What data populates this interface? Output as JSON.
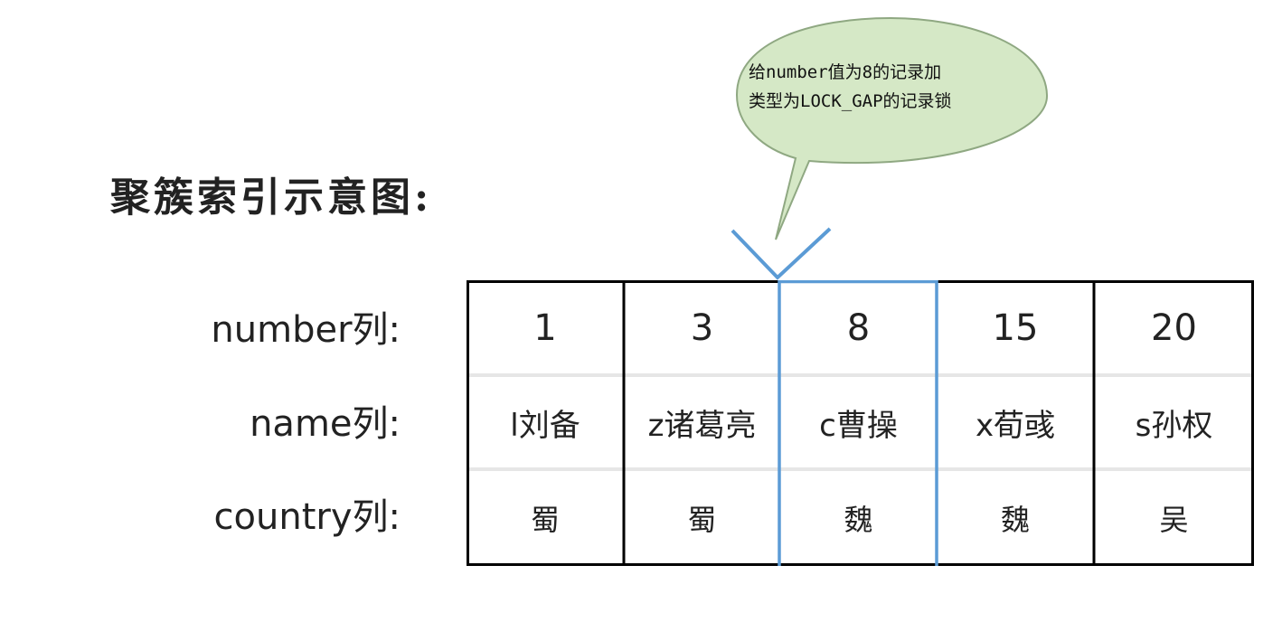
{
  "title": "聚簇索引示意图:",
  "row_labels": {
    "number": "number列:",
    "name": "name列:",
    "country": "country列:"
  },
  "records": [
    {
      "number": "1",
      "name": "l刘备",
      "country": "蜀"
    },
    {
      "number": "3",
      "name": "z诸葛亮",
      "country": "蜀"
    },
    {
      "number": "8",
      "name": "c曹操",
      "country": "魏"
    },
    {
      "number": "15",
      "name": "x荀彧",
      "country": "魏"
    },
    {
      "number": "20",
      "name": "s孙权",
      "country": "吴"
    }
  ],
  "highlighted_record_number": "8",
  "callout": {
    "line1": "给number值为8的记录加",
    "line2": "类型为LOCK_GAP的记录锁"
  },
  "colors": {
    "highlight": "#5b9bd5",
    "callout_fill": "#d5e8c6",
    "callout_stroke": "#8fa882",
    "table_border": "#000000",
    "row_divider": "#e6e6e6"
  }
}
